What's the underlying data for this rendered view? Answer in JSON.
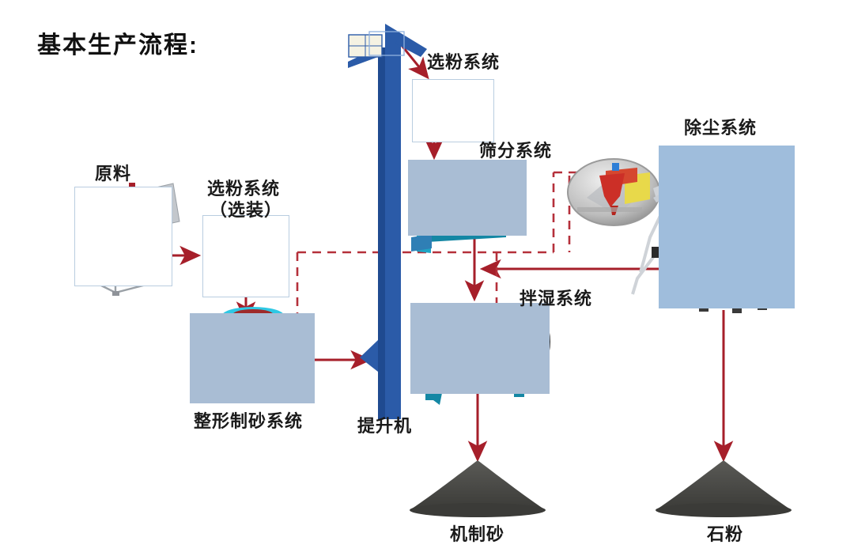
{
  "title": "基本生产流程:",
  "colors": {
    "arrow_red": "#A61F2A",
    "dashed_red": "#B5303A",
    "elevator_blue": "#2B5BA8",
    "machine_cyan": "#1FA5C4",
    "panel_blue": "#9FBDDC",
    "pile_gray": "#4A4A47",
    "border_blue": "#b9cde0",
    "title_black": "#111111"
  },
  "nodes": {
    "raw_material": {
      "label": "原料",
      "icon": "raw-material-hopper-icon"
    },
    "powder_selection_optional": {
      "label_line1": "选粉系统",
      "label_line2": "（选装）",
      "icon": "air-classifier-icon"
    },
    "sand_shaping": {
      "label": "整形制砂系统",
      "icon": "vsi-sand-maker-icon"
    },
    "elevator": {
      "label": "提升机",
      "icon": "bucket-elevator-icon"
    },
    "powder_selection_top": {
      "label": "选粉系统",
      "icon": "air-classifier-icon"
    },
    "screening": {
      "label": "筛分系统",
      "icon": "vibrating-screen-icon"
    },
    "dust_removal": {
      "label": "除尘系统",
      "icon": "dust-collector-icon"
    },
    "wet_mixing": {
      "label": "拌湿系统",
      "icon": "wet-mixer-icon"
    },
    "magnifier_detail": {
      "label": "",
      "icon": "magnifier-detail-icon"
    },
    "output_sand": {
      "label": "机制砂",
      "icon": "sand-pile-icon"
    },
    "output_stone_powder": {
      "label": "石粉",
      "icon": "stone-powder-pile-icon"
    }
  },
  "flows": {
    "solid": [
      "原料 → 选粉系统（选装）",
      "选粉系统（选装） → 整形制砂系统",
      "整形制砂系统 → 提升机",
      "提升机 → 选粉系统",
      "选粉系统 → 筛分系统",
      "筛分系统 → 拌湿系统",
      "除尘系统 → 拌湿系统",
      "拌湿系统 → 机制砂",
      "除尘系统 → 石粉"
    ],
    "dashed": [
      "选粉系统（选装） ⇢ 整形制砂系统回路",
      "筛分系统 ⇢ 除尘系统",
      "筛分系统 ⇢ 拌湿系统",
      "除尘系统 ⇢ 回路"
    ]
  }
}
